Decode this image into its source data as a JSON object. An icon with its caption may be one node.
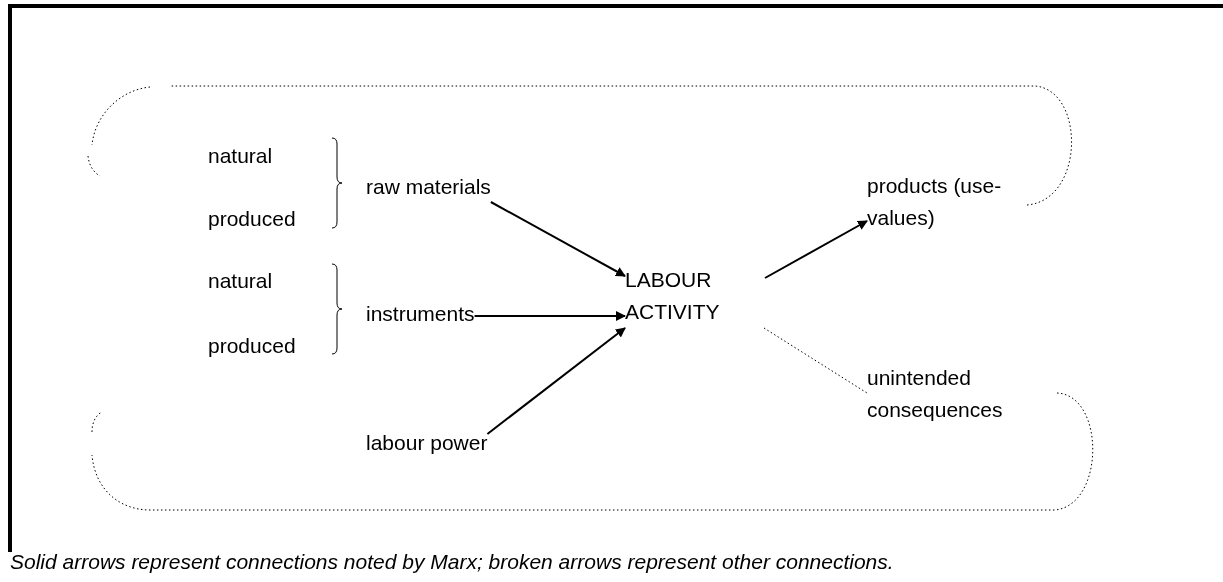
{
  "diagram": {
    "caption": "Solid arrows represent connections noted by Marx; broken arrows represent other connections.",
    "nodes": [
      {
        "text": [
          "natural"
        ]
      },
      {
        "text": [
          "produced"
        ]
      },
      {
        "text": [
          "raw materials"
        ]
      },
      {
        "text": [
          "natural"
        ]
      },
      {
        "text": [
          "produced"
        ]
      },
      {
        "text": [
          "instruments"
        ]
      },
      {
        "text": [
          "labour power"
        ]
      },
      {
        "text": [
          "LABOUR ACTIVITY"
        ]
      },
      {
        "text": [
          "products (use-values)"
        ]
      },
      {
        "text": [
          "unintended consequences"
        ]
      }
    ],
    "edges": [
      {
        "from": 2,
        "to": 7,
        "arrow": "to"
      },
      {
        "from": 5,
        "to": 7,
        "arrow": "to"
      },
      {
        "from": 6,
        "to": 7,
        "arrow": "to"
      },
      {
        "from": 7,
        "to": 8,
        "arrow": "to"
      },
      {
        "from": 7,
        "to": 9,
        "arrow": "none",
        "style": "dashed"
      },
      {
        "from": 8,
        "to": null,
        "arrow": "none",
        "style": "dashed"
      },
      {
        "from": 9,
        "to": null,
        "arrow": "none",
        "style": "dashed"
      }
    ]
  }
}
